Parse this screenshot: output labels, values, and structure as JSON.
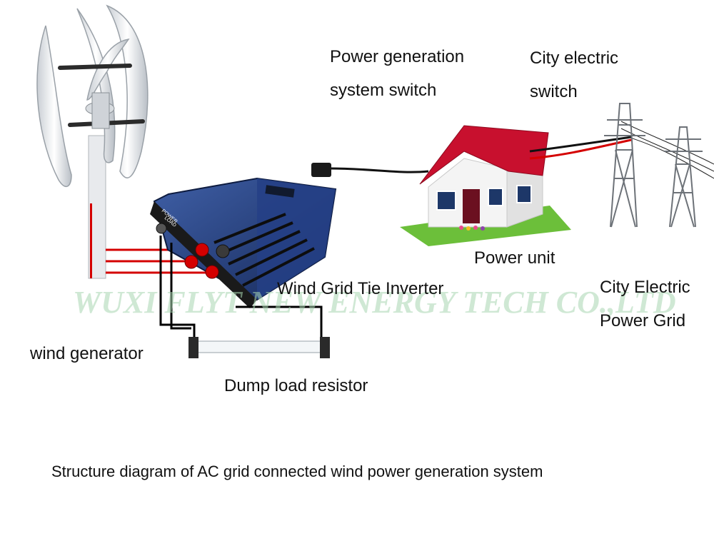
{
  "labels": {
    "power_generation_switch": [
      "Power generation",
      "system switch"
    ],
    "city_electric_switch": [
      "City electric",
      "switch"
    ],
    "power_unit": "Power unit",
    "inverter": "Wind Grid Tie Inverter",
    "city_grid": [
      "City Electric",
      "Power Grid"
    ],
    "wind_generator": "wind generator",
    "dump_load": "Dump load resistor"
  },
  "watermark": "WUXI FLYT NEW ENERGY TECH CO.,LTD",
  "caption": "Structure diagram of AC grid connected wind power generation system",
  "inverter_panel": [
    "POWER",
    "LOAD"
  ],
  "colors": {
    "ac_wire": "#d40000",
    "dc_wire": "#000000",
    "inverter_body": "#1f3c7a",
    "roof": "#c8102e",
    "lawn": "#6cbf3a",
    "blade": "#eef1f4"
  }
}
